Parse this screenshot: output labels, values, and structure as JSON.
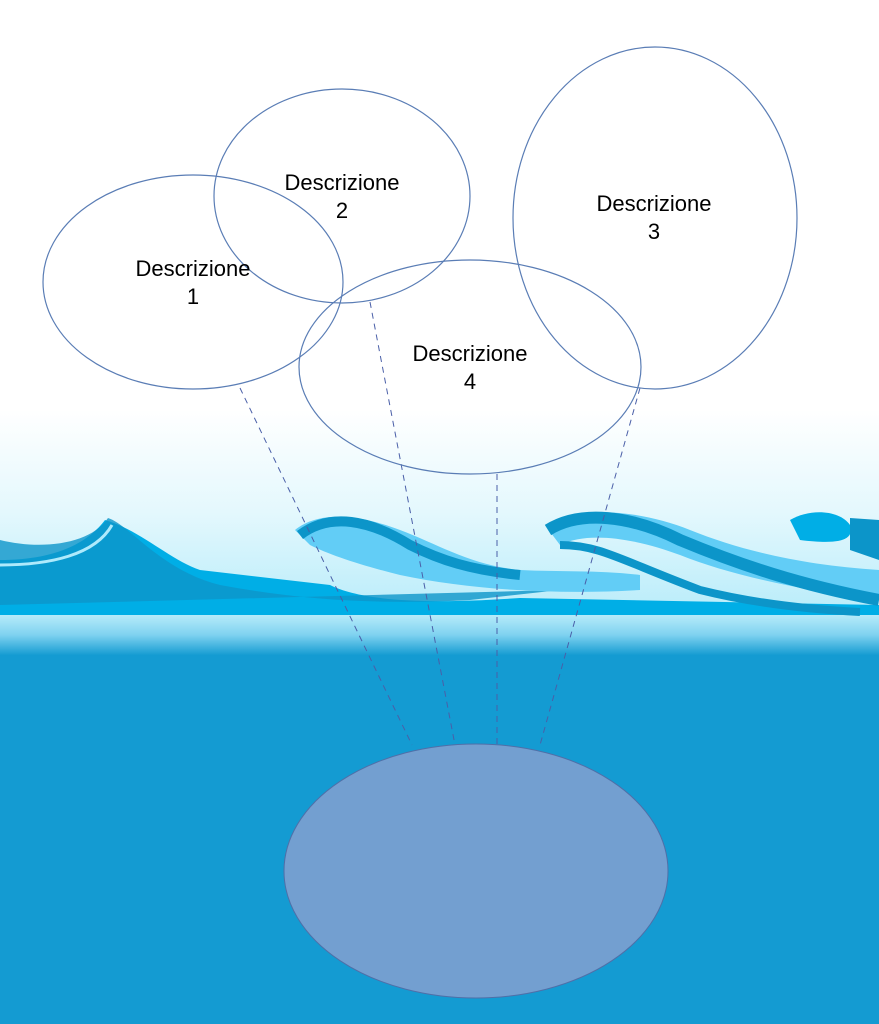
{
  "bubbles": [
    {
      "line1": "Descrizione",
      "line2": "1"
    },
    {
      "line1": "Descrizione",
      "line2": "2"
    },
    {
      "line1": "Descrizione",
      "line2": "3"
    },
    {
      "line1": "Descrizione",
      "line2": "4"
    }
  ],
  "colors": {
    "water": "#149bd2",
    "wave_dark": "#0c95c9",
    "wave_mid": "#00aee6",
    "wave_light": "#62cdf6",
    "sky": "#d8f6fc",
    "ellipse_stroke": "#5a7db5",
    "base_fill": "#739fd0"
  }
}
